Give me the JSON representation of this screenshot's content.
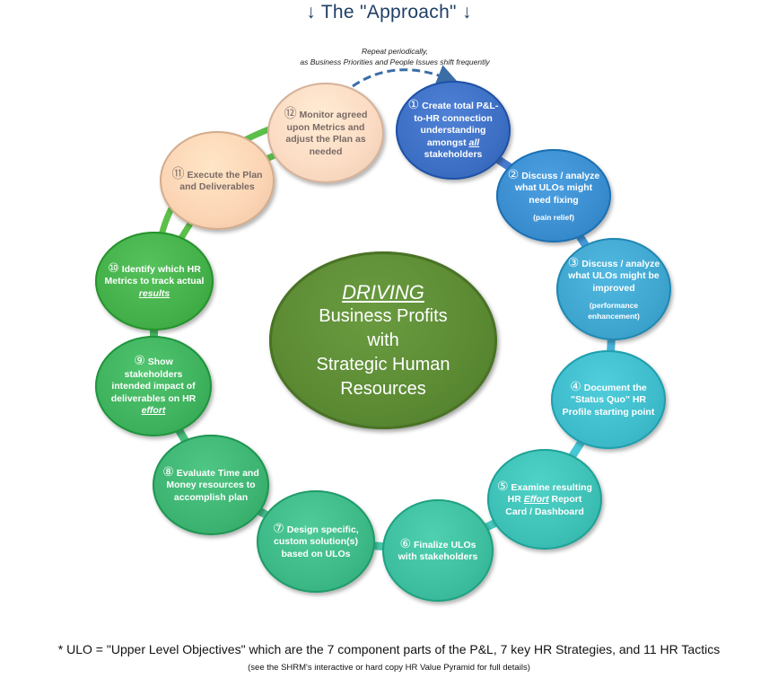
{
  "title": "↓ The \"Approach\" ↓",
  "repeat_note": {
    "line1": "Repeat periodically,",
    "line2": "as Business Priorities and People Issues shift frequently"
  },
  "center": {
    "line1": "DRIVING",
    "line2": "Business Profits",
    "line3": "with",
    "line4": "Strategic Human",
    "line5": "Resources",
    "color": "#5b8a33"
  },
  "steps": [
    {
      "num": "①",
      "text_before": "Create total P&L-to-HR connection understanding amongst ",
      "em": "all",
      "text_after": " stakeholders",
      "sub": "",
      "color": "#3d6fc4",
      "text_style": "dark"
    },
    {
      "num": "②",
      "text_before": "Discuss / analyze what ULOs might need fixing",
      "em": "",
      "text_after": "",
      "sub": "(pain relief)",
      "color": "#3a8ed0",
      "text_style": "dark"
    },
    {
      "num": "③",
      "text_before": "Discuss / analyze what ULOs might be improved",
      "em": "",
      "text_after": "",
      "sub": "(performance enhancement)",
      "color": "#3fa6cf",
      "text_style": "dark"
    },
    {
      "num": "④",
      "text_before": "Document the \"Status Quo\" HR Profile starting point",
      "em": "",
      "text_after": "",
      "sub": "",
      "color": "#3ebccb",
      "text_style": "dark"
    },
    {
      "num": "⑤",
      "text_before": "Examine resulting HR ",
      "em": "Effort",
      "text_after": " Report Card / Dashboard",
      "sub": "",
      "color": "#3dc0b5",
      "text_style": "dark"
    },
    {
      "num": "⑥",
      "text_before": "Finalize ULOs with stakeholders",
      "em": "",
      "text_after": "",
      "sub": "",
      "color": "#3dbf9f",
      "text_style": "dark"
    },
    {
      "num": "⑦",
      "text_before": "Design specific, custom solution(s) based on ULOs",
      "em": "",
      "text_after": "",
      "sub": "",
      "color": "#3db987",
      "text_style": "dark"
    },
    {
      "num": "⑧",
      "text_before": "Evaluate Time and Money resources to accomplish plan",
      "em": "",
      "text_after": "",
      "sub": "",
      "color": "#3db472",
      "text_style": "dark"
    },
    {
      "num": "⑨",
      "text_before": "Show stakeholders intended impact of deliverables on HR ",
      "em": "effort",
      "text_after": "",
      "sub": "",
      "color": "#3eb25c",
      "text_style": "dark"
    },
    {
      "num": "⑩",
      "text_before": "Identify which HR Metrics to track actual ",
      "em": "results",
      "text_after": "",
      "sub": "",
      "color": "#44b04a",
      "text_style": "dark"
    },
    {
      "num": "⑪",
      "text_before": "Execute the Plan and Deliverables",
      "em": "",
      "text_after": "",
      "sub": "",
      "color": "#fbd4b4",
      "text_style": "light"
    },
    {
      "num": "⑫",
      "text_before": "Monitor agreed upon Metrics and adjust the Plan as needed",
      "em": "",
      "text_after": "",
      "sub": "",
      "color": "#fbdac2",
      "text_style": "light"
    }
  ],
  "colors": {
    "title": "#1f3f66",
    "loop_arrow": "#3b6ea5",
    "ring_green": "#5cbf4a"
  },
  "footnote": {
    "line1": "*  ULO = \"Upper Level Objectives\"  which are the 7 component parts of the P&L, 7 key HR Strategies, and 11 HR Tactics",
    "line2": "(see the SHRM's interactive or hard copy HR Value Pyramid for full details)"
  }
}
